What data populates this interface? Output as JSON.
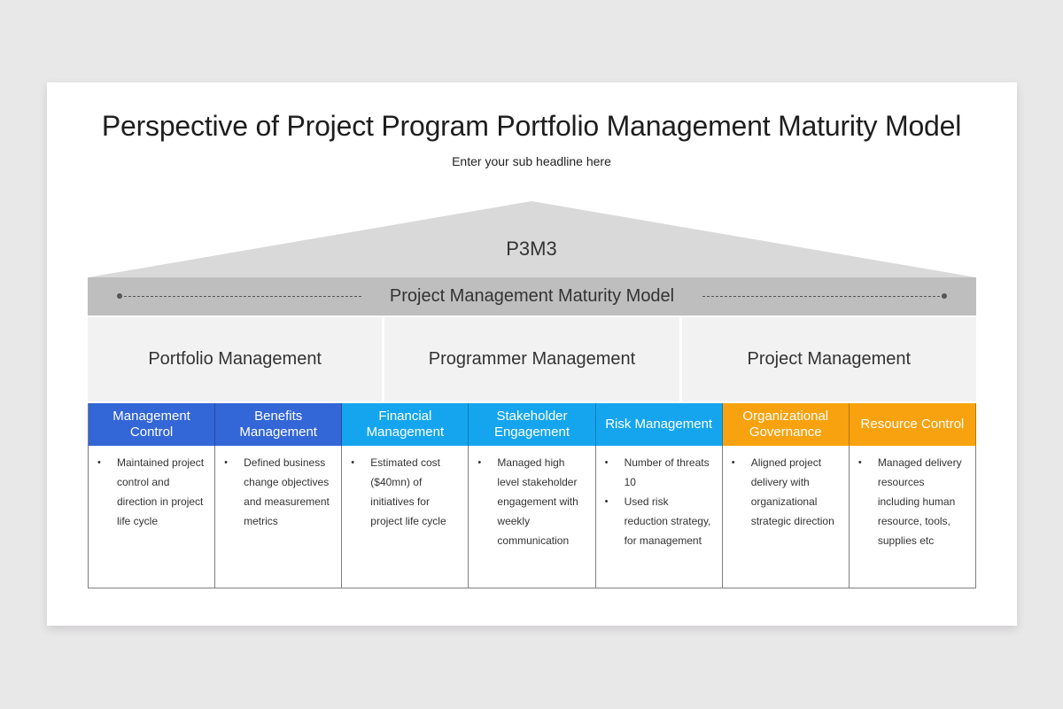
{
  "slide": {
    "title": "Perspective of Project Program Portfolio Management Maturity Model",
    "subtitle": "Enter your sub headline here"
  },
  "roof": {
    "label": "P3M3",
    "color": "#d9d9d9"
  },
  "beam": {
    "label": "Project Management Maturity Model",
    "color": "#bebebe"
  },
  "pillars": [
    {
      "label": "Portfolio Management"
    },
    {
      "label": "Programmer Management"
    },
    {
      "label": "Project Management"
    }
  ],
  "columns": [
    {
      "header": "Management Control",
      "color": "#3366d6",
      "bullets": [
        "Maintained project control and direction in project life cycle"
      ]
    },
    {
      "header": "Benefits Management",
      "color": "#3366d6",
      "bullets": [
        "Defined business change objectives and measurement metrics"
      ]
    },
    {
      "header": "Financial Management",
      "color": "#15a5ef",
      "bullets": [
        "Estimated cost ($40mn) of initiatives for project life cycle"
      ]
    },
    {
      "header": "Stakeholder Engagement",
      "color": "#15a5ef",
      "bullets": [
        "Managed high level stakeholder engagement with weekly communication"
      ]
    },
    {
      "header": "Risk Management",
      "color": "#15a5ef",
      "bullets": [
        "Number of threats 10",
        "Used risk reduction strategy, for management"
      ]
    },
    {
      "header": "Organizational Governance",
      "color": "#f7a20e",
      "bullets": [
        "Aligned project delivery with organizational strategic direction"
      ]
    },
    {
      "header": "Resource Control",
      "color": "#f7a20e",
      "bullets": [
        "Managed delivery resources including human resource, tools, supplies etc"
      ]
    }
  ]
}
